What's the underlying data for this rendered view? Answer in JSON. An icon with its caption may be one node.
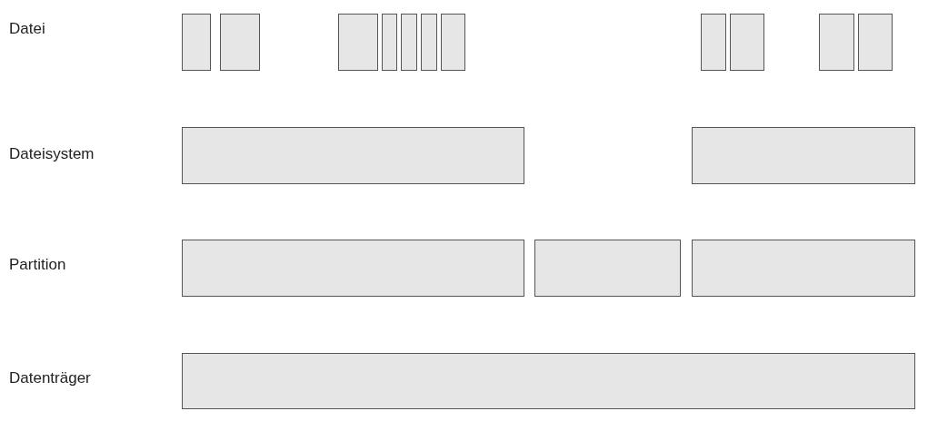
{
  "diagram": {
    "nodes": [
      {
        "text": [],
        "shape": "box"
      },
      {
        "text": [],
        "shape": "box"
      },
      {
        "text": [],
        "shape": "box"
      },
      {
        "text": [],
        "shape": "box"
      },
      {
        "text": [],
        "shape": "box"
      },
      {
        "text": [],
        "shape": "box"
      },
      {
        "text": [],
        "shape": "box"
      },
      {
        "text": [],
        "shape": "box"
      },
      {
        "text": [],
        "shape": "box"
      },
      {
        "text": [],
        "shape": "box"
      },
      {
        "text": [],
        "shape": "box"
      },
      {
        "text": [],
        "shape": "box"
      },
      {
        "text": [],
        "shape": "box"
      },
      {
        "text": [],
        "shape": "box"
      },
      {
        "text": [],
        "shape": "box"
      },
      {
        "text": [],
        "shape": "box"
      },
      {
        "text": [],
        "shape": "box"
      }
    ],
    "labels": [
      "Datei",
      "Dateisystem",
      "Partition",
      "Datenträger"
    ]
  }
}
